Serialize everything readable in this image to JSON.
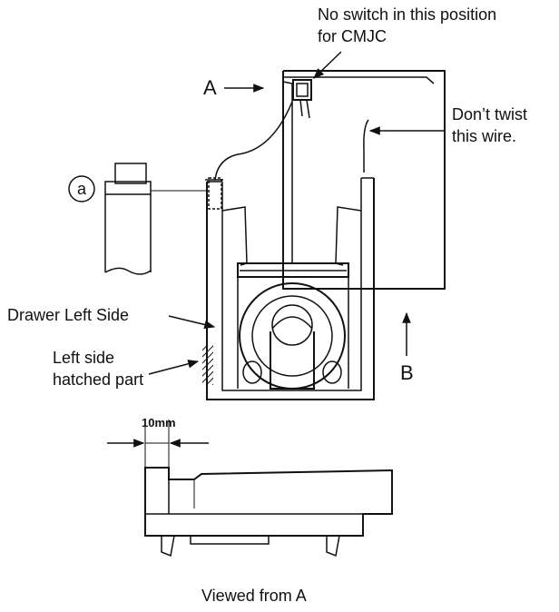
{
  "labels": {
    "no_switch_line1": "No switch in this position",
    "no_switch_line2": "for CMJC",
    "arrow_a": "A",
    "dont_twist_line1": "Don’t twist",
    "dont_twist_line2": "this wire.",
    "circled_a": "a",
    "drawer_left_side": "Drawer Left Side",
    "left_side_line1": "Left side",
    "left_side_line2": "hatched part",
    "arrow_b": "B",
    "dimension": "10mm",
    "viewed_from_a": "Viewed from A"
  },
  "colors": {
    "ink": "#111111",
    "background": "#ffffff"
  }
}
